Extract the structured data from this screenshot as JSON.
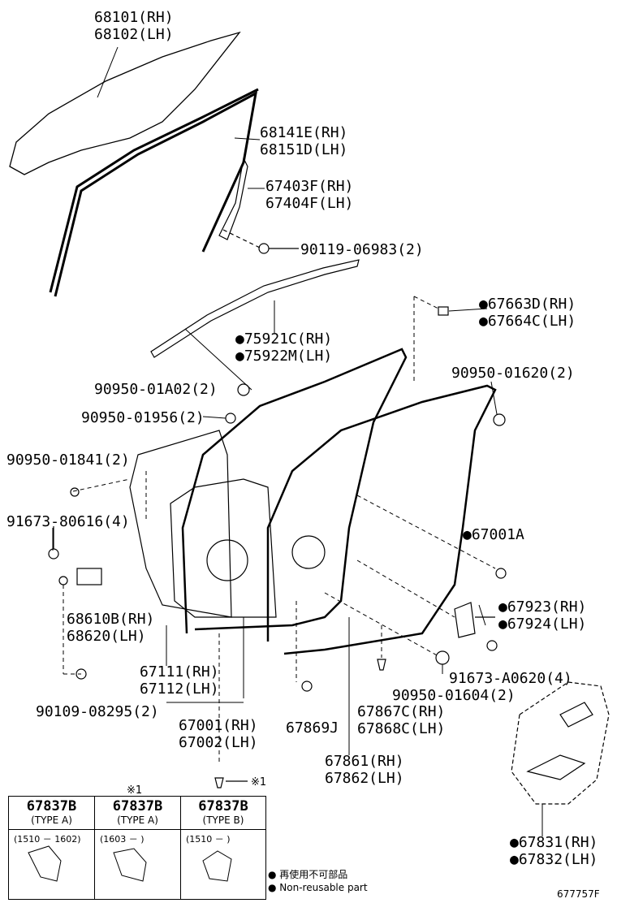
{
  "labels": {
    "l68101": "68101(RH)",
    "l68102": "68102(LH)",
    "l68141": "68141E(RH)",
    "l68151": "68151D(LH)",
    "l67403": "67403F(RH)",
    "l67404": "67404F(LH)",
    "l90119": "90119-06983(2)",
    "l67663": "67663D(RH)",
    "l67664": "67664C(LH)",
    "l75921": "75921C(RH)",
    "l75922": "75922M(LH)",
    "l90950a": "90950-01A02(2)",
    "l90950b": "90950-01620(2)",
    "l90950c": "90950-01956(2)",
    "l90950d": "90950-01841(2)",
    "l91673a": "91673-80616(4)",
    "l67001a": "67001A",
    "l68610": "68610B(RH)",
    "l68620": "68620(LH)",
    "l67923": "67923(RH)",
    "l67924": "67924(LH)",
    "l67111": "67111(RH)",
    "l67112": "67112(LH)",
    "l91673b": "91673-A0620(4)",
    "l90950e": "90950-01604(2)",
    "l90109": "90109-08295(2)",
    "l67867": "67867C(RH)",
    "l67868": "67868C(LH)",
    "l67001": "67001(RH)",
    "l67002": "67002(LH)",
    "l67869": "67869J",
    "l67861": "67861(RH)",
    "l67862": "67862(LH)",
    "l67831": "67831(RH)",
    "l67832": "67832(LH)",
    "note_ref": "※1",
    "table_ref": "※1"
  },
  "table": {
    "columns": [
      {
        "part": "67837B",
        "type": "(TYPE A)",
        "range": "(1510 － 1602)"
      },
      {
        "part": "67837B",
        "type": "(TYPE A)",
        "range": "(1603 －        )"
      },
      {
        "part": "67837B",
        "type": "(TYPE B)",
        "range": "(1510 －        )"
      }
    ]
  },
  "legend": {
    "line1": "再使用不可部品",
    "line2": "Non-reusable part"
  },
  "figure_id": "677757F"
}
